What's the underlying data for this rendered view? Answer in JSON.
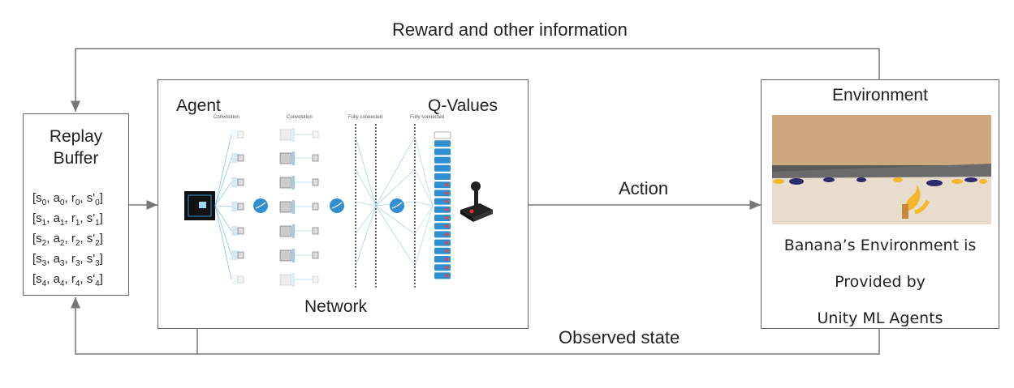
{
  "labels": {
    "reward": "Reward and other information",
    "action": "Action",
    "observed": "Observed state"
  },
  "replay": {
    "title_line1": "Replay",
    "title_line2": "Buffer",
    "rows": [
      {
        "s": "s",
        "si": "0",
        "a": "a",
        "ai": "0",
        "r": "r",
        "ri": "0",
        "sp": "s'",
        "spi": "0"
      },
      {
        "s": "s",
        "si": "1",
        "a": "a",
        "ai": "1",
        "r": "r",
        "ri": "1",
        "sp": "s'",
        "spi": "1"
      },
      {
        "s": "s",
        "si": "2",
        "a": "a",
        "ai": "2",
        "r": "r",
        "ri": "2",
        "sp": "s'",
        "spi": "2"
      },
      {
        "s": "s",
        "si": "3",
        "a": "a",
        "ai": "3",
        "r": "r",
        "ri": "3",
        "sp": "s'",
        "spi": "3"
      },
      {
        "s": "s",
        "si": "4",
        "a": "a",
        "ai": "4",
        "r": "r",
        "ri": "4",
        "sp": "s'",
        "spi": "4"
      }
    ]
  },
  "agent": {
    "title": "Agent",
    "qvalues": "Q-Values",
    "network": "Network",
    "layer_labels": [
      "Convolution",
      "Convolution",
      "Fully connected",
      "Fully connected"
    ]
  },
  "environment": {
    "title": "Environment",
    "caption_line1": "Banana’s Environment is",
    "caption_line2": "Provided by",
    "caption_line3": "Unity ML Agents"
  },
  "colors": {
    "line": "#777777",
    "accent_blue": "#2f8fd0",
    "wall": "#cda77d",
    "floor": "#e8dccd",
    "banana": "#f4b62a"
  }
}
